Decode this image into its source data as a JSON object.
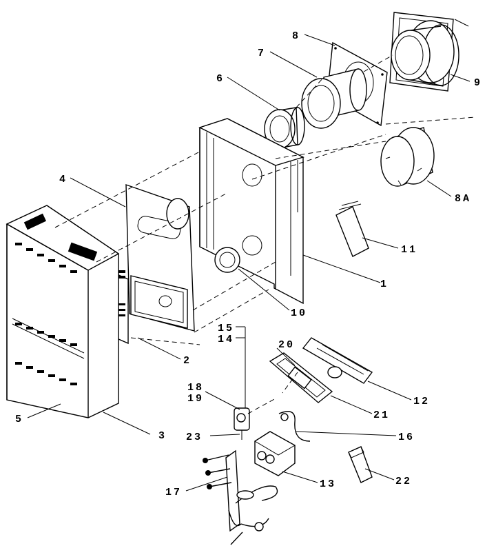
{
  "diagram": {
    "type": "exploded-parts",
    "callouts": [
      {
        "id": "c1",
        "text": "1"
      },
      {
        "id": "c2",
        "text": "2"
      },
      {
        "id": "c3",
        "text": "3"
      },
      {
        "id": "c4",
        "text": "4"
      },
      {
        "id": "c5",
        "text": "5"
      },
      {
        "id": "c6",
        "text": "6"
      },
      {
        "id": "c7",
        "text": "7"
      },
      {
        "id": "c8",
        "text": "8"
      },
      {
        "id": "c8a",
        "text": "8A"
      },
      {
        "id": "c9",
        "text": "9"
      },
      {
        "id": "c10",
        "text": "10"
      },
      {
        "id": "c11",
        "text": "11"
      },
      {
        "id": "c12",
        "text": "12"
      },
      {
        "id": "c13",
        "text": "13"
      },
      {
        "id": "c14",
        "text": "14"
      },
      {
        "id": "c15",
        "text": "15"
      },
      {
        "id": "c16",
        "text": "16"
      },
      {
        "id": "c17",
        "text": "17"
      },
      {
        "id": "c18",
        "text": "18"
      },
      {
        "id": "c19",
        "text": "19"
      },
      {
        "id": "c20",
        "text": "20"
      },
      {
        "id": "c21",
        "text": "21"
      },
      {
        "id": "c22",
        "text": "22"
      },
      {
        "id": "c23",
        "text": "23"
      }
    ]
  }
}
